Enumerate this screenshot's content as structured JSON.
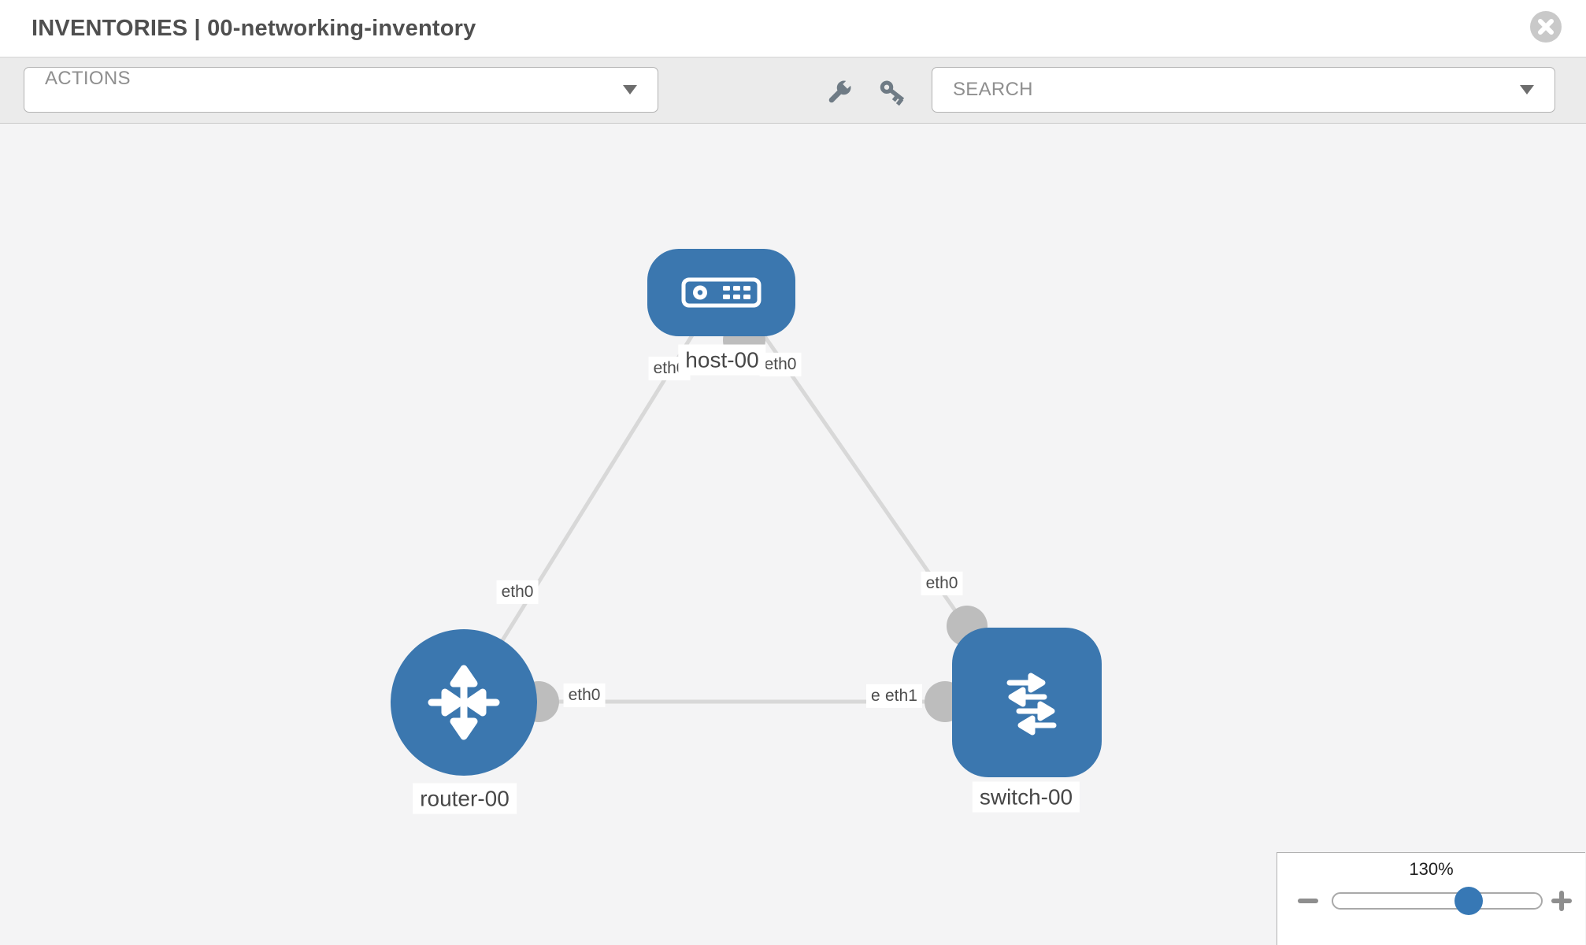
{
  "header": {
    "title": "INVENTORIES | 00-networking-inventory"
  },
  "toolbar": {
    "actions_label": "ACTIONS",
    "search_placeholder": "SEARCH",
    "icons": [
      "wrench-icon",
      "key-icon"
    ]
  },
  "canvas": {
    "nodes": [
      {
        "name": "host-00",
        "type": "host"
      },
      {
        "name": "router-00",
        "type": "router"
      },
      {
        "name": "switch-00",
        "type": "switch"
      }
    ],
    "links": [
      {
        "from": "router-00",
        "to": "host-00",
        "from_interface": "eth0",
        "to_interface": "eth0"
      },
      {
        "from": "host-00",
        "to": "switch-00",
        "from_interface": "eth0",
        "to_interface": "eth0"
      },
      {
        "from": "router-00",
        "to": "switch-00",
        "from_interface": "eth0",
        "to_interface": "eth1",
        "to_interface_duplicate": "eth1"
      }
    ]
  },
  "zoom_panel": {
    "level": "130%"
  },
  "colors": {
    "node_blue": "#3b77af",
    "link_gray": "#d8d8d8",
    "port_gray": "#bdbdbd",
    "thumb_blue": "#3778b5"
  }
}
